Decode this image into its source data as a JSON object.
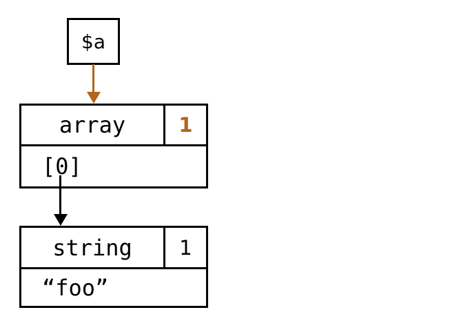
{
  "variable": {
    "label": "$a"
  },
  "array_node": {
    "type_label": "array",
    "refcount": "1",
    "keys": [
      "[0]"
    ]
  },
  "string_node": {
    "type_label": "string",
    "refcount": "1",
    "value": "“foo”"
  },
  "colors": {
    "arrow_orange": "#b26418",
    "refcount_highlight": "#b26418",
    "arrow_black": "#000000",
    "border": "#000000",
    "background": "#ffffff"
  }
}
